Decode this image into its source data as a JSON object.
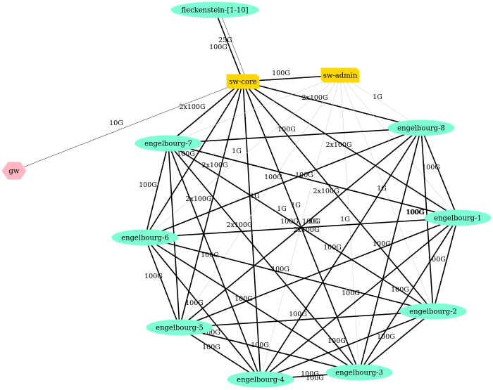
{
  "colors": {
    "cluster_node": "#7fffd4",
    "switch_node": "#ffd700",
    "gateway_node": "#ffb6c1",
    "edge_thick": "#000000",
    "edge_thin": "#666666",
    "edge_faint": "#d8d8d8"
  },
  "nodes": [
    {
      "id": "fleckenstein",
      "label": "fleckenstein-[1-10]",
      "shape": "ellipse",
      "kind": "cluster"
    },
    {
      "id": "sw-core",
      "label": "sw-core",
      "shape": "switch",
      "kind": "switch"
    },
    {
      "id": "sw-admin",
      "label": "sw-admin",
      "shape": "switch",
      "kind": "switch"
    },
    {
      "id": "gw",
      "label": "gw",
      "shape": "hexagon",
      "kind": "gateway"
    },
    {
      "id": "eb8",
      "label": "engelbourg-8",
      "shape": "ellipse",
      "kind": "cluster"
    },
    {
      "id": "eb7",
      "label": "engelbourg-7",
      "shape": "ellipse",
      "kind": "cluster"
    },
    {
      "id": "eb1",
      "label": "engelbourg-1",
      "shape": "ellipse",
      "kind": "cluster"
    },
    {
      "id": "eb6",
      "label": "engelbourg-6",
      "shape": "ellipse",
      "kind": "cluster"
    },
    {
      "id": "eb2",
      "label": "engelbourg-2",
      "shape": "ellipse",
      "kind": "cluster"
    },
    {
      "id": "eb5",
      "label": "engelbourg-5",
      "shape": "ellipse",
      "kind": "cluster"
    },
    {
      "id": "eb3",
      "label": "engelbourg-3",
      "shape": "ellipse",
      "kind": "cluster"
    },
    {
      "id": "eb4",
      "label": "engelbourg-4",
      "shape": "ellipse",
      "kind": "cluster"
    }
  ],
  "edges": [
    {
      "from": "fleckenstein",
      "to": "sw-core",
      "weight": "thick",
      "label": "100G"
    },
    {
      "from": "fleckenstein",
      "to": "sw-core",
      "weight": "thin",
      "label": "25G"
    },
    {
      "from": "sw-core",
      "to": "sw-admin",
      "weight": "thick",
      "label": "100G"
    },
    {
      "from": "sw-core",
      "to": "gw",
      "weight": "thin",
      "label": "10G"
    },
    {
      "from": "sw-core",
      "to": "eb8",
      "weight": "thick",
      "label": "2x100G"
    },
    {
      "from": "sw-core",
      "to": "eb7",
      "weight": "thick",
      "label": "2x100G"
    },
    {
      "from": "sw-core",
      "to": "eb1",
      "weight": "thick",
      "label": "2x100G"
    },
    {
      "from": "sw-core",
      "to": "eb6",
      "weight": "thick",
      "label": "2x100G"
    },
    {
      "from": "sw-core",
      "to": "eb2",
      "weight": "thick",
      "label": "2x100G"
    },
    {
      "from": "sw-core",
      "to": "eb5",
      "weight": "thick",
      "label": "2x100G"
    },
    {
      "from": "sw-core",
      "to": "eb3",
      "weight": "thick",
      "label": "2x100G"
    },
    {
      "from": "sw-core",
      "to": "eb4",
      "weight": "thick",
      "label": "2x100G"
    },
    {
      "from": "sw-admin",
      "to": "eb8",
      "weight": "faint",
      "label": "1G"
    },
    {
      "from": "sw-admin",
      "to": "eb7",
      "weight": "faint",
      "label": "1G"
    },
    {
      "from": "sw-admin",
      "to": "eb1",
      "weight": "faint",
      "label": "1G"
    },
    {
      "from": "sw-admin",
      "to": "eb6",
      "weight": "faint",
      "label": "1G"
    },
    {
      "from": "sw-admin",
      "to": "eb2",
      "weight": "faint",
      "label": "1G"
    },
    {
      "from": "sw-admin",
      "to": "eb5",
      "weight": "faint",
      "label": "1G"
    },
    {
      "from": "sw-admin",
      "to": "eb3",
      "weight": "faint",
      "label": "1G"
    },
    {
      "from": "sw-admin",
      "to": "eb4",
      "weight": "faint",
      "label": "1G"
    },
    {
      "from": "eb8",
      "to": "eb7",
      "weight": "thick",
      "label": "100G"
    },
    {
      "from": "eb8",
      "to": "eb1",
      "weight": "thick",
      "label": "100G"
    },
    {
      "from": "eb8",
      "to": "eb6",
      "weight": "thick",
      "label": "100G"
    },
    {
      "from": "eb8",
      "to": "eb2",
      "weight": "thick",
      "label": "100G"
    },
    {
      "from": "eb8",
      "to": "eb5",
      "weight": "thick",
      "label": "100G"
    },
    {
      "from": "eb8",
      "to": "eb3",
      "weight": "thick",
      "label": "100G"
    },
    {
      "from": "eb8",
      "to": "eb4",
      "weight": "thick",
      "label": "100G"
    },
    {
      "from": "eb7",
      "to": "eb1",
      "weight": "thick",
      "label": "100G"
    },
    {
      "from": "eb7",
      "to": "eb6",
      "weight": "thick",
      "label": "100G"
    },
    {
      "from": "eb7",
      "to": "eb2",
      "weight": "thick",
      "label": "100G"
    },
    {
      "from": "eb7",
      "to": "eb5",
      "weight": "thick",
      "label": "100G"
    },
    {
      "from": "eb7",
      "to": "eb3",
      "weight": "thick",
      "label": "100G"
    },
    {
      "from": "eb7",
      "to": "eb4",
      "weight": "thick",
      "label": "100G"
    },
    {
      "from": "eb1",
      "to": "eb6",
      "weight": "thick",
      "label": "100G"
    },
    {
      "from": "eb1",
      "to": "eb2",
      "weight": "thick",
      "label": "100G"
    },
    {
      "from": "eb1",
      "to": "eb5",
      "weight": "thick",
      "label": "100G"
    },
    {
      "from": "eb1",
      "to": "eb3",
      "weight": "thick",
      "label": "100G"
    },
    {
      "from": "eb1",
      "to": "eb4",
      "weight": "thick",
      "label": "100G"
    },
    {
      "from": "eb6",
      "to": "eb2",
      "weight": "thick",
      "label": "100G"
    },
    {
      "from": "eb6",
      "to": "eb5",
      "weight": "thick",
      "label": "100G"
    },
    {
      "from": "eb6",
      "to": "eb3",
      "weight": "thick",
      "label": "100G"
    },
    {
      "from": "eb6",
      "to": "eb4",
      "weight": "thick",
      "label": "100G"
    },
    {
      "from": "eb2",
      "to": "eb5",
      "weight": "thick",
      "label": "100G"
    },
    {
      "from": "eb2",
      "to": "eb3",
      "weight": "thick",
      "label": "100G"
    },
    {
      "from": "eb2",
      "to": "eb4",
      "weight": "thick",
      "label": "100G"
    },
    {
      "from": "eb5",
      "to": "eb3",
      "weight": "thick",
      "label": "100G"
    },
    {
      "from": "eb5",
      "to": "eb4",
      "weight": "thick",
      "label": "100G"
    },
    {
      "from": "eb3",
      "to": "eb4",
      "weight": "thick",
      "label": "100G"
    }
  ]
}
